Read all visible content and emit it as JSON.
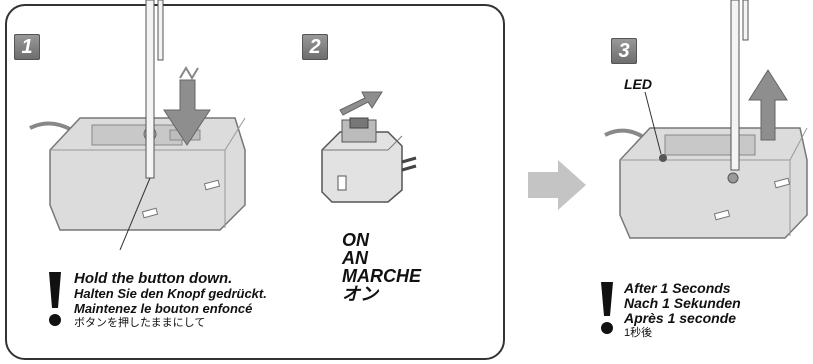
{
  "steps": [
    {
      "number": "1"
    },
    {
      "number": "2"
    },
    {
      "number": "3"
    }
  ],
  "step1_caption": {
    "en": "Hold the button down.",
    "de": "Halten Sie den Knopf gedrückt.",
    "fr": "Maintenez le bouton enfoncé",
    "ja": "ボタンを押したままにして"
  },
  "step2_caption": {
    "en": "ON",
    "de": "AN",
    "fr": "MARCHE",
    "ja": "オン"
  },
  "step3_caption": {
    "led": "LED",
    "en": "After 1 Seconds",
    "de": "Nach 1 Sekunden",
    "fr": "Après 1 seconde",
    "ja": "1秒後"
  },
  "colors": {
    "frame": "#333333",
    "badge": "#7a7a7a",
    "arrow": "#8e8e8e",
    "device": "#d9d9d9",
    "ink": "#111111"
  }
}
